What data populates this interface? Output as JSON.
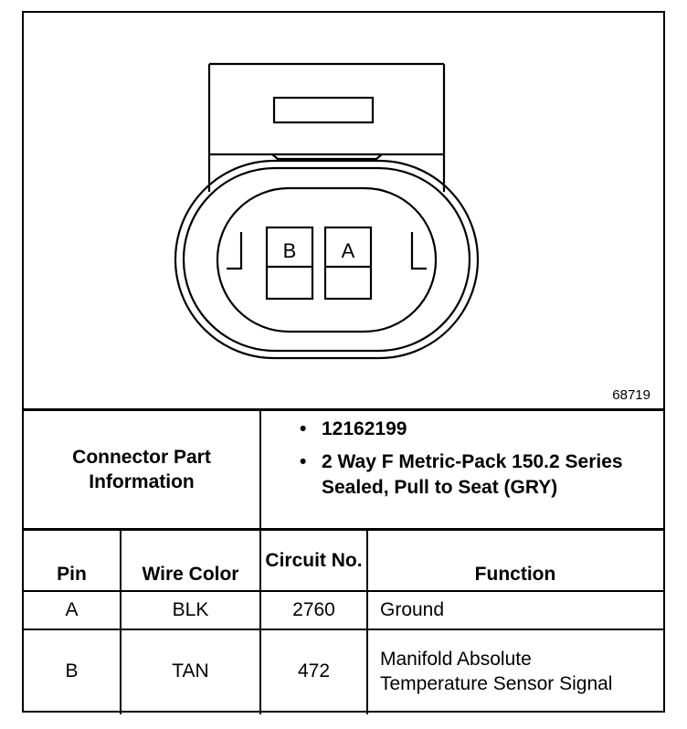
{
  "figure_number": "68719",
  "connector": {
    "cavity_labels": [
      "B",
      "A"
    ],
    "info_label": "Connector Part Information",
    "info_items": [
      "12162199",
      "2 Way F Metric-Pack 150.2 Series Sealed, Pull to Seat (GRY)"
    ]
  },
  "table": {
    "headers": {
      "pin": "Pin",
      "wire_color": "Wire Color",
      "circuit": "Circuit No.",
      "function": "Function"
    },
    "rows": [
      {
        "pin": "A",
        "wire_color": "BLK",
        "circuit": "2760",
        "function": "Ground"
      },
      {
        "pin": "B",
        "wire_color": "TAN",
        "circuit": "472",
        "function": "Manifold Absolute Temperature Sensor Signal"
      }
    ]
  }
}
